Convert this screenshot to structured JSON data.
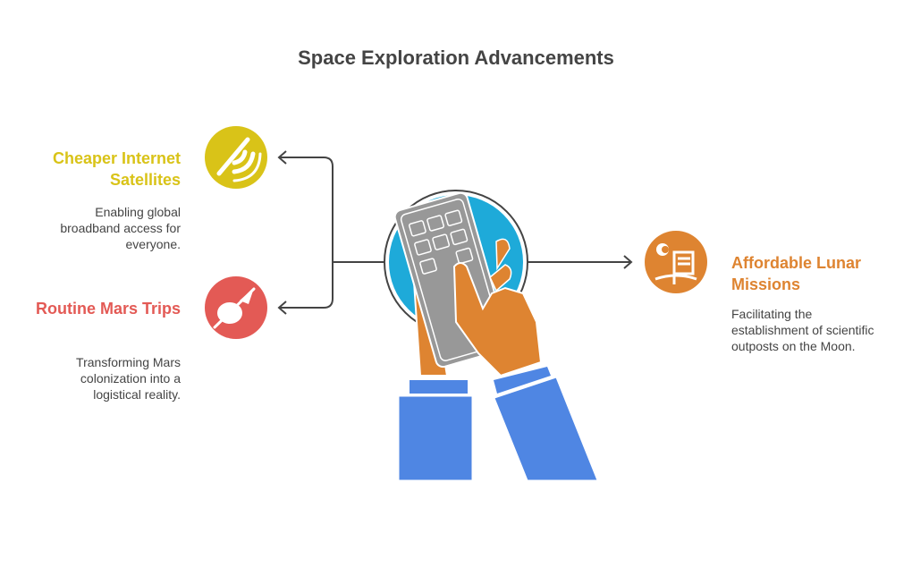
{
  "title": "Space Exploration Advancements",
  "items": [
    {
      "title": "Cheaper Internet Satellites",
      "description": "Enabling global broadband access for everyone.",
      "color": "#D9C318",
      "icon": "satellite-icon"
    },
    {
      "title": "Routine Mars Trips",
      "description": "Transforming Mars colonization into a logistical reality.",
      "color": "#E35A55",
      "icon": "rocket-planet-icon"
    },
    {
      "title": "Affordable Lunar Missions",
      "description": "Facilitating the establishment of scientific outposts on the Moon.",
      "color": "#DE8431",
      "icon": "moon-outpost-icon"
    }
  ]
}
